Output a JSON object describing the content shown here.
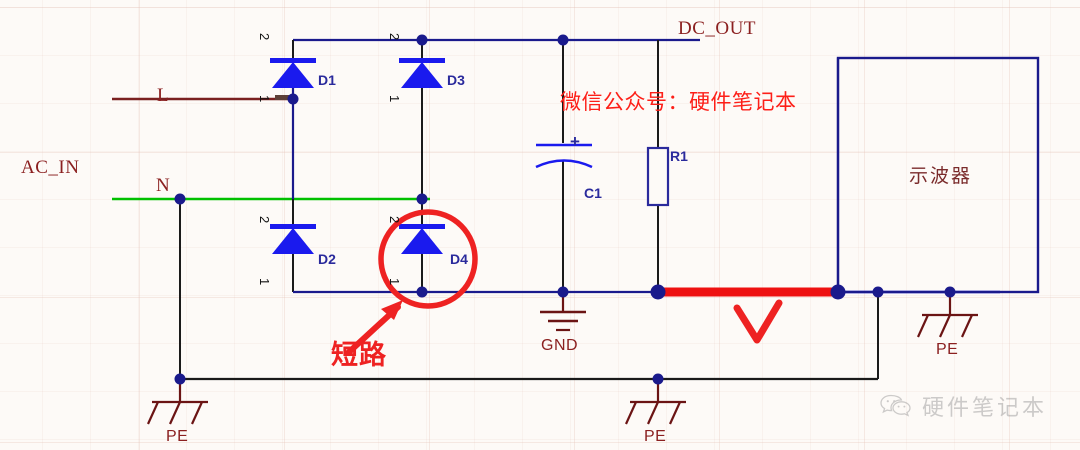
{
  "diagram": {
    "title_text": "",
    "background_color": "#fdfaf7",
    "grid_color": "#e2beb4"
  },
  "nets": {
    "ac_in_label": "AC_IN",
    "line_label": "L",
    "neutral_label": "N",
    "dc_out_label": "DC_OUT"
  },
  "components": {
    "diodes": [
      {
        "ref": "D1",
        "pin_top": "2",
        "pin_bottom": "1"
      },
      {
        "ref": "D3",
        "pin_top": "2",
        "pin_bottom": "1"
      },
      {
        "ref": "D2",
        "pin_top": "2",
        "pin_bottom": "1"
      },
      {
        "ref": "D4",
        "pin_top": "2",
        "pin_bottom": "1"
      }
    ],
    "capacitor": {
      "ref": "C1",
      "polarity": "+"
    },
    "resistor": {
      "ref": "R1"
    },
    "instrument_box": {
      "label": "示波器"
    }
  },
  "grounds": {
    "gnd_label": "GND",
    "pe_labels": [
      "PE",
      "PE",
      "PE"
    ]
  },
  "annotations": {
    "short_circuit_label": "短路",
    "short_circuit_color": "#ee2222",
    "watermark_text": "微信公众号：硬件笔记本",
    "watermark_color": "#fd1f18",
    "checkmark_color": "#ee2222",
    "highlight_wire_color": "#ee1111",
    "circle_color": "#ee2222"
  },
  "footer_badge": {
    "text": "硬件笔记本",
    "icon": "wechat-icon"
  },
  "colors": {
    "wire_blue": "#1a1a8c",
    "wire_bright_blue": "#1111ee",
    "wire_line_brown": "#7a2020",
    "wire_neutral_green": "#00c000",
    "wire_black": "#1a1a1a",
    "component_blue": "#1a1aee",
    "ground_dark_red": "#6b1414"
  }
}
